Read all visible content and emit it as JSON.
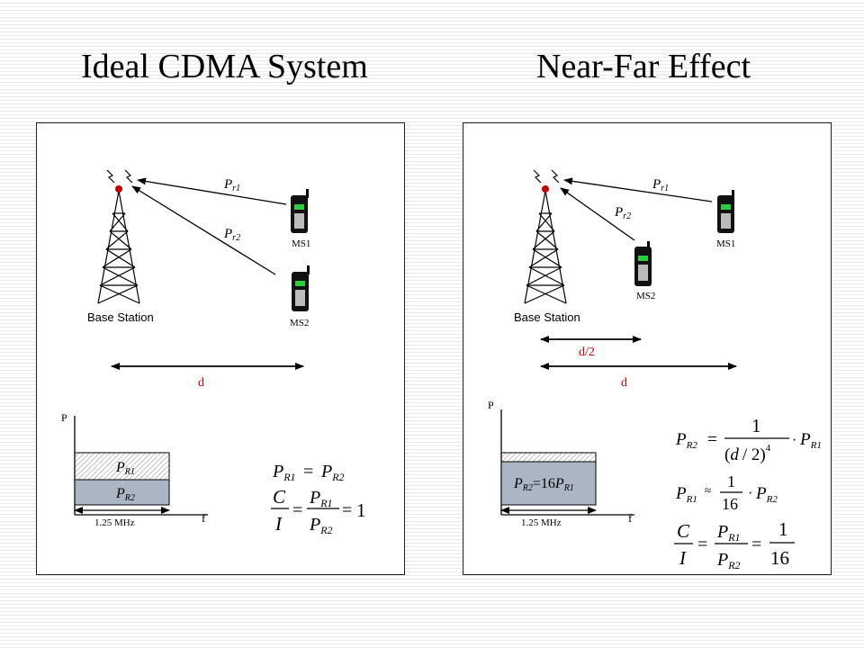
{
  "slide": {
    "title_left": "Ideal CDMA System",
    "title_right": "Near-Far Effect"
  },
  "left_panel": {
    "base_station_label": "Base Station",
    "ms1_label": "MS1",
    "ms2_label": "MS2",
    "pr1_P": "P",
    "pr1_sub": "r1",
    "pr2_P": "P",
    "pr2_sub": "r2",
    "distance_label": "d",
    "spectrum": {
      "p_axis": "P",
      "f_axis": "f",
      "bandwidth": "1.25 MHz",
      "top_band_P": "P",
      "top_band_sub": "R1",
      "bottom_band_P": "P",
      "bottom_band_sub": "R2"
    },
    "equation": {
      "l1_a_P": "P",
      "l1_a_sub": "R1",
      "l1_eq": "=",
      "l1_b_P": "P",
      "l1_b_sub": "R2",
      "l2_num": "C",
      "l2_den": "I",
      "l2_eq1": "=",
      "l2_fnum_P": "P",
      "l2_fnum_sub": "R1",
      "l2_fden_P": "P",
      "l2_fden_sub": "R2",
      "l2_eq2": "=",
      "l2_val": "1"
    }
  },
  "right_panel": {
    "base_station_label": "Base Station",
    "ms1_label": "MS1",
    "ms2_label": "MS2",
    "pr1_P": "P",
    "pr1_sub": "r1",
    "pr2_P": "P",
    "pr2_sub": "r2",
    "half_distance_label": "d/2",
    "distance_label": "d",
    "spectrum": {
      "p_axis": "P",
      "f_axis": "f",
      "bandwidth": "1.25 MHz",
      "band_lhs_P": "P",
      "band_lhs_sub": "R2",
      "band_eq": "=16",
      "band_rhs_P": "P",
      "band_rhs_sub": "R1"
    },
    "equation": {
      "e1_P": "P",
      "e1_sub": "R2",
      "e1_eq": "=",
      "e1_num": "1",
      "e1_den_open": "(",
      "e1_den_d": "d",
      "e1_den_slash": "/ 2",
      "e1_den_close": ")",
      "e1_exp": "4",
      "e1_dot": "·",
      "e1_r_P": "P",
      "e1_r_sub": "R1",
      "e2_P": "P",
      "e2_sub": "R1",
      "e2_approx": "≈",
      "e2_num": "1",
      "e2_den": "16",
      "e2_dot": "·",
      "e2_r_P": "P",
      "e2_r_sub": "R2",
      "e3_num": "C",
      "e3_den": "I",
      "e3_eq1": "=",
      "e3_fnum_P": "P",
      "e3_fnum_sub": "R1",
      "e3_fden_P": "P",
      "e3_fden_sub": "R2",
      "e3_eq2": "=",
      "e3_val_num": "1",
      "e3_val_den": "16"
    }
  },
  "colors": {
    "distance_label": "#c00000",
    "band_fill": "#aab6c4",
    "phone_screen": "#2ecc40",
    "antenna_tip": "#c00000"
  }
}
